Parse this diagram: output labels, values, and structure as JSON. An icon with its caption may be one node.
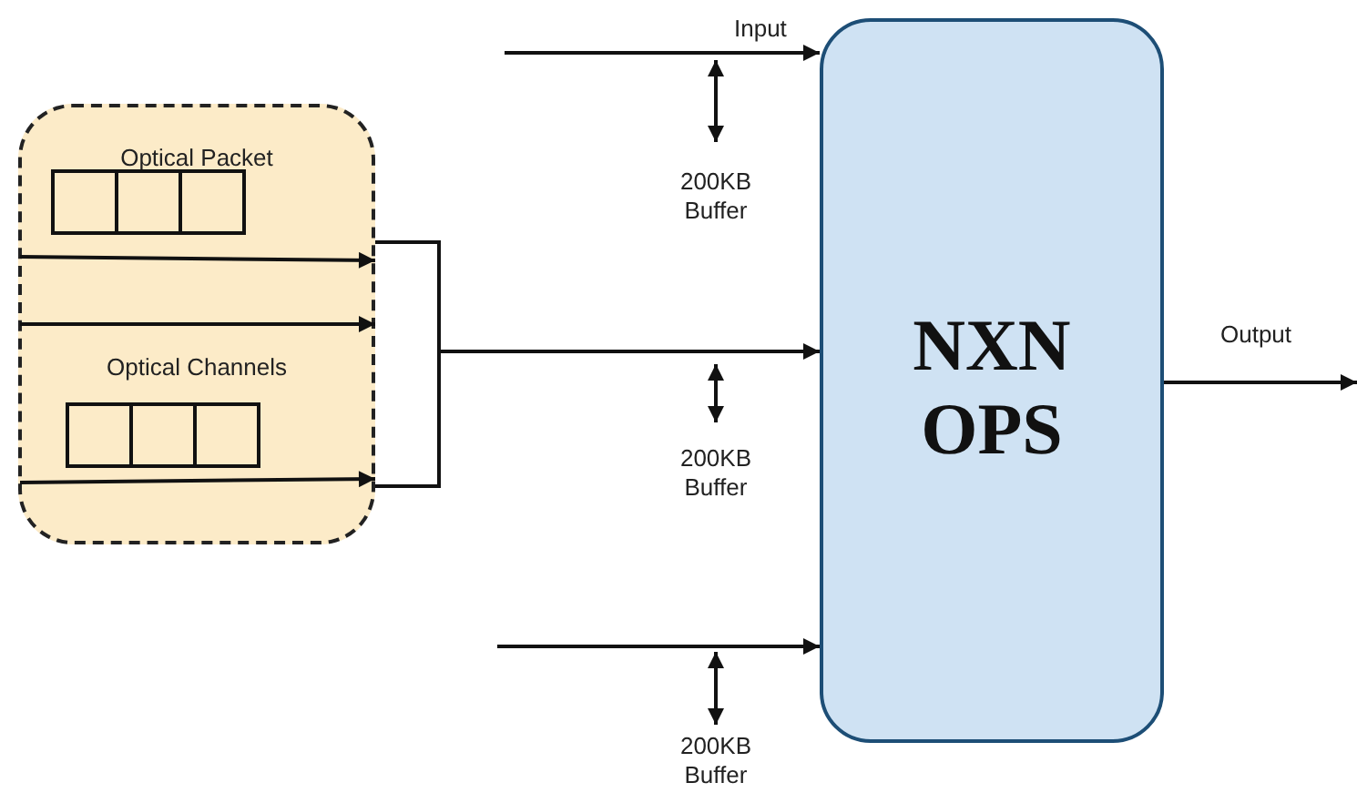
{
  "diagram": {
    "nodes": [
      {
        "text": [
          "Optical Packet",
          "Optical Channels"
        ]
      },
      {
        "text": [
          "NXN OPS"
        ]
      }
    ],
    "edges": [
      {
        "from": null,
        "to": 1,
        "arrow": "to",
        "label": "Input"
      },
      {
        "from": 0,
        "to": 1,
        "arrow": "to"
      },
      {
        "from": null,
        "to": 1,
        "arrow": "to"
      },
      {
        "from": 1,
        "to": null,
        "arrow": "to",
        "label": "Output"
      },
      {
        "from": null,
        "to": 0,
        "arrow": "to"
      },
      {
        "from": null,
        "to": 0,
        "arrow": "to"
      },
      {
        "from": null,
        "to": 0,
        "arrow": "to"
      }
    ],
    "labels": [
      "200KB Buffer",
      "200KB Buffer",
      "200KB Buffer"
    ]
  }
}
